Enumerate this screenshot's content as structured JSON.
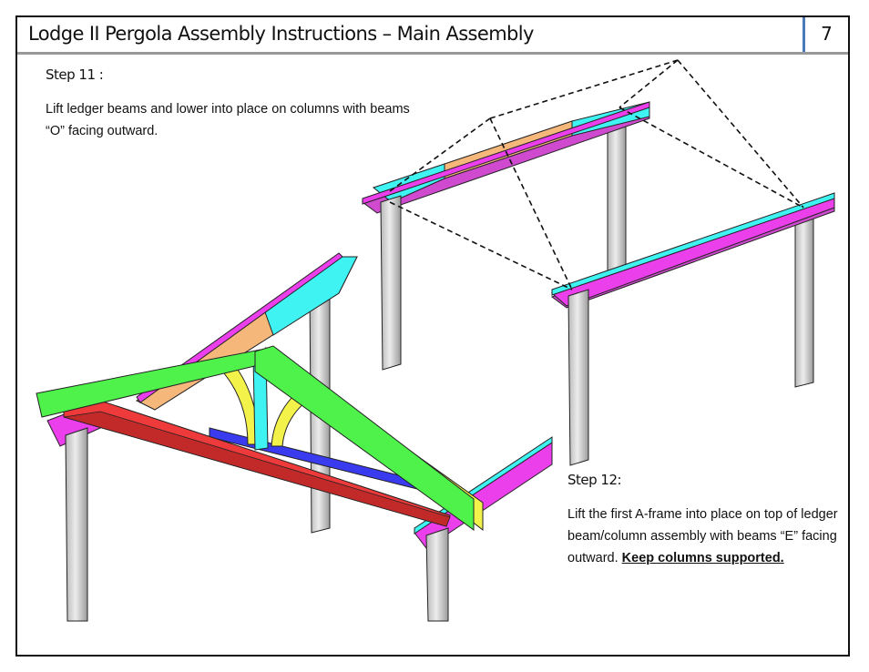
{
  "header": {
    "title": "Lodge II Pergola Assembly Instructions – Main Assembly",
    "page_number": "7"
  },
  "step11": {
    "heading": "Step 11 :",
    "text": "Lift ledger beams and lower into place on columns with beams “O” facing outward."
  },
  "step12": {
    "heading": "Step 12:",
    "text": "Lift the first A-frame into place on top of ledger beam/column assembly with beams “E” facing outward.",
    "emphasis": "Keep columns supported."
  },
  "colors": {
    "cyan": "#3ff3f3",
    "orange": "#f6b77b",
    "magenta": "#ec3fec",
    "green": "#4ef24a",
    "yellow": "#f2f24a",
    "red": "#ee3a3a",
    "blue": "#3a3aee",
    "column": "#cfcfcf"
  }
}
